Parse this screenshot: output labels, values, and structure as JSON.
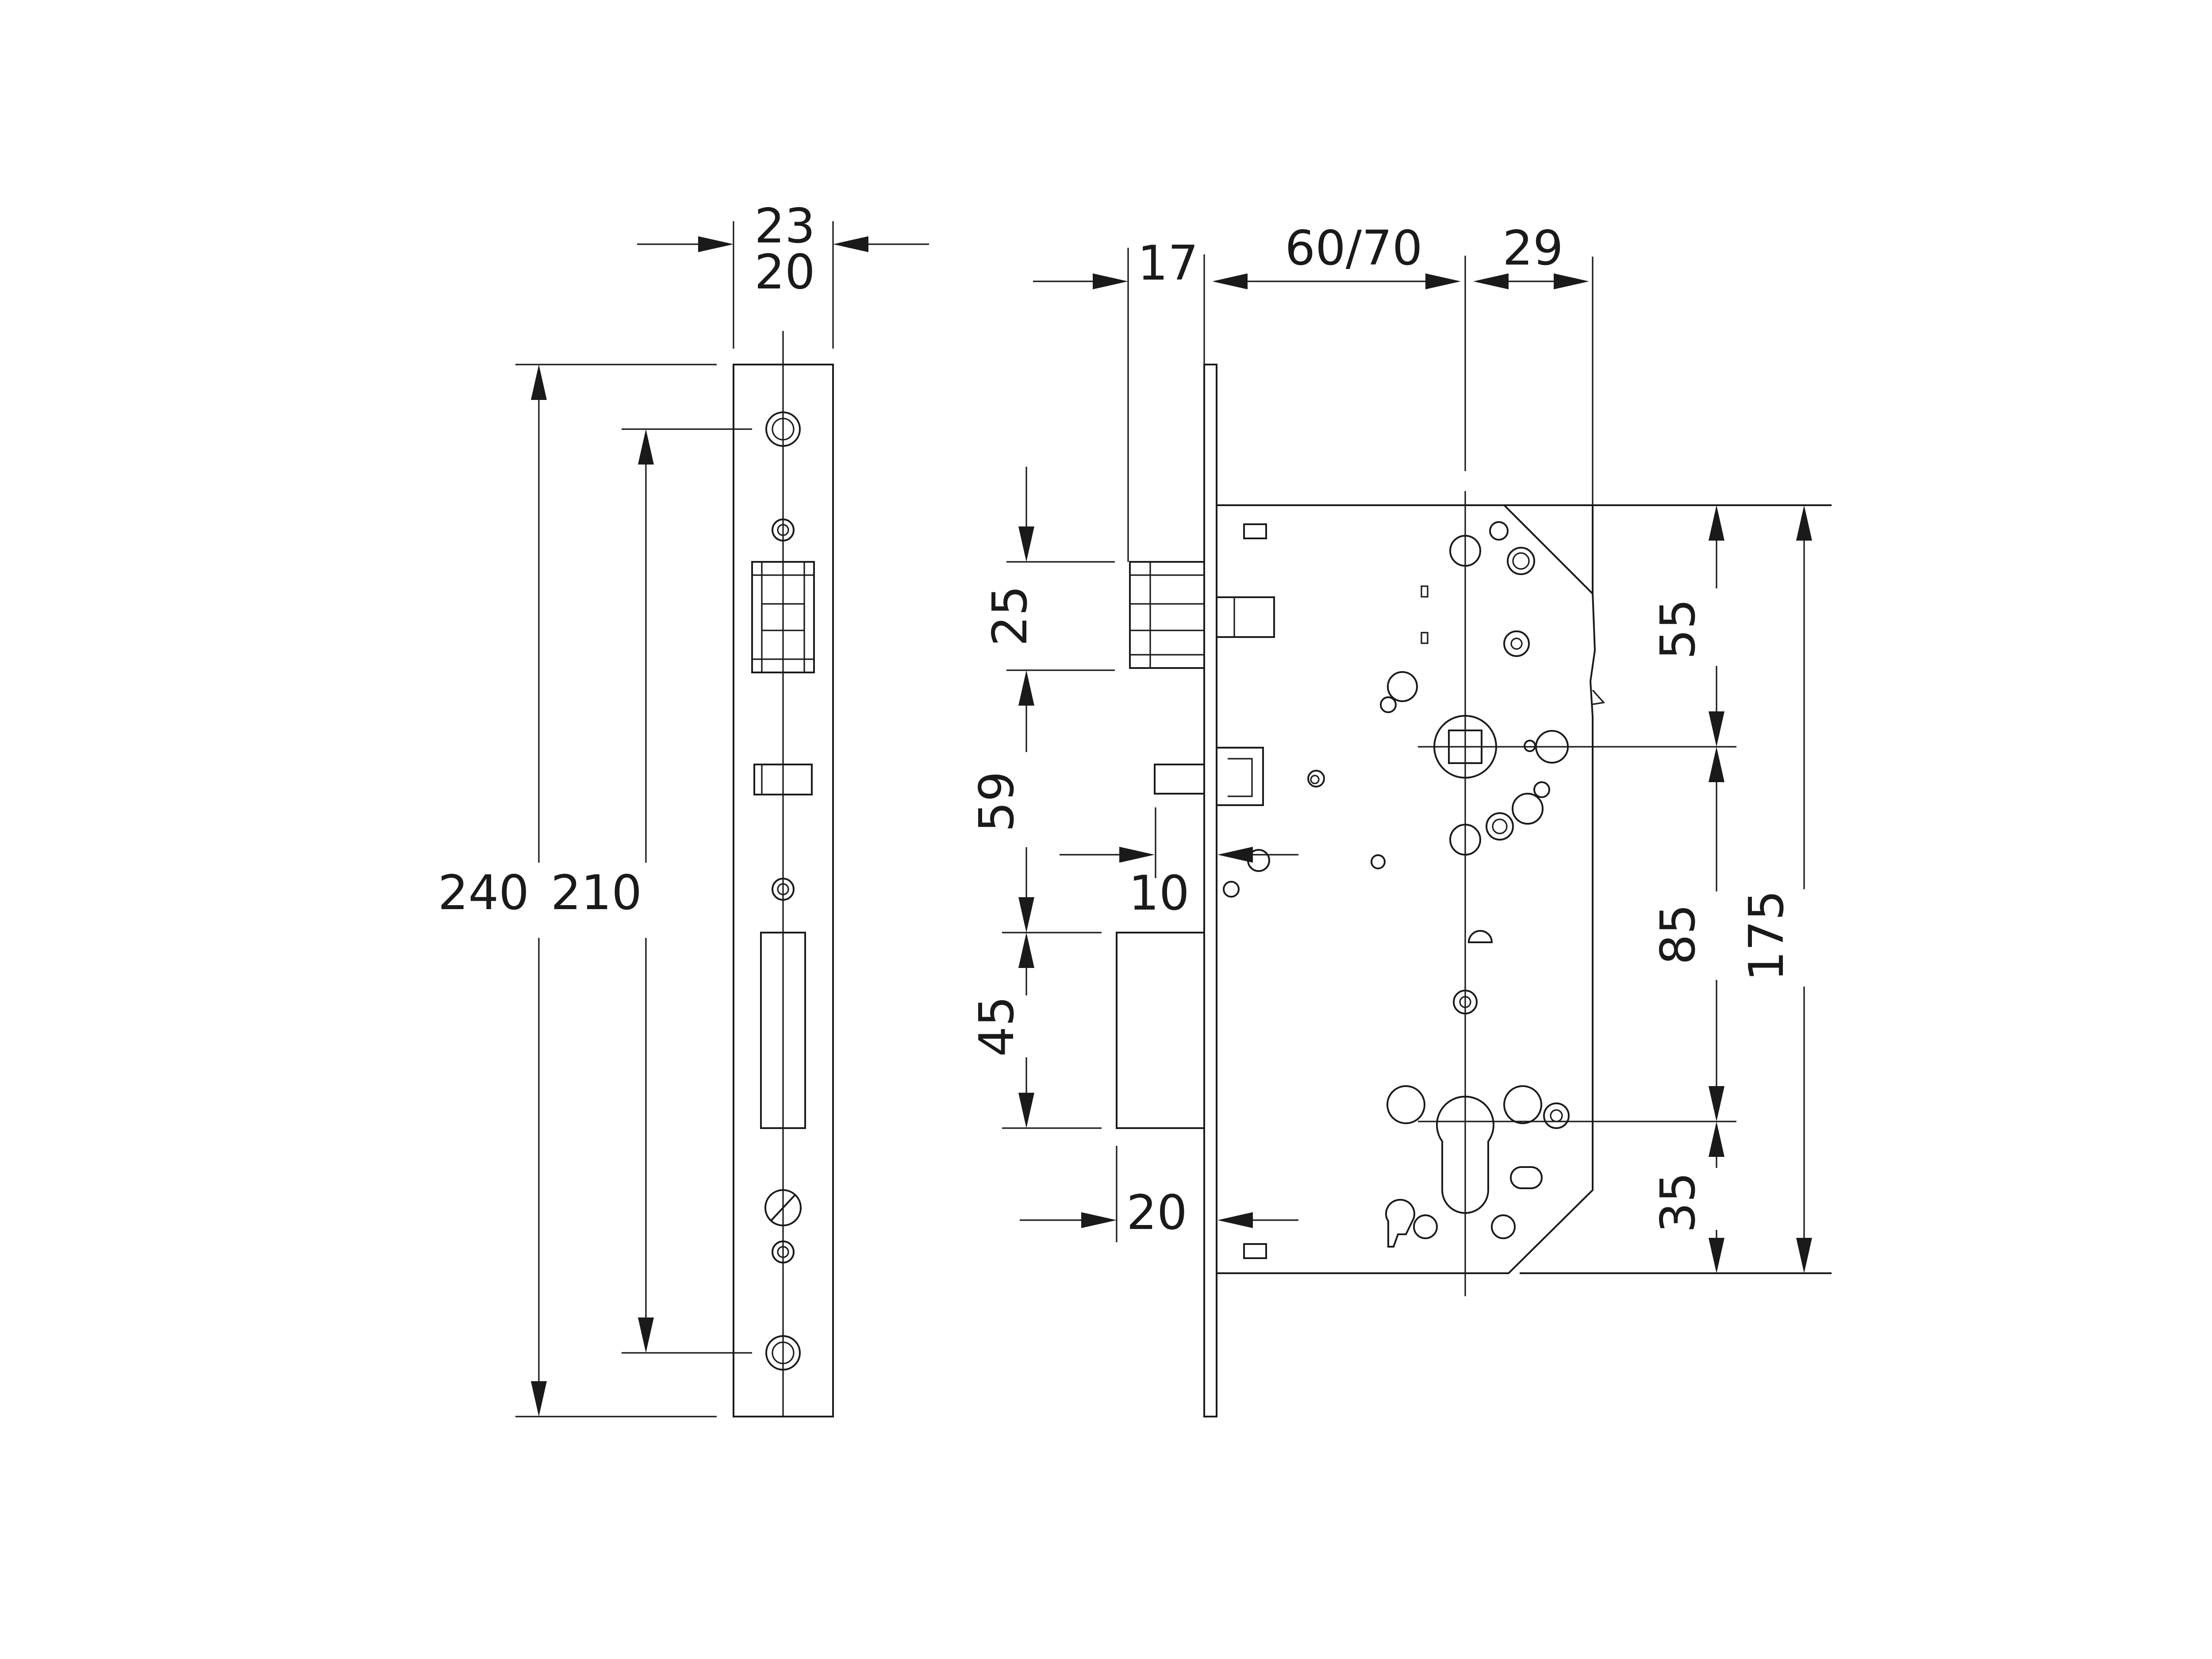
{
  "front_view": {
    "dims": {
      "width_a": "23",
      "width_b": "20",
      "height_total": "240",
      "height_mounting": "210"
    }
  },
  "side_view": {
    "dims": {
      "faceplate": "17",
      "backset": "60/70",
      "case_right": "29",
      "deadbolt_height": "25",
      "deadbolt_to_latch": "59",
      "latch_throw": "10",
      "latch_height": "45",
      "latch_depth": "20",
      "spindle_top": "55",
      "spindle_to_cylinder": "85",
      "cylinder_bottom": "35",
      "case_height": "175"
    }
  },
  "colors": {
    "line": "#1a1a1a",
    "background": "#ffffff"
  }
}
